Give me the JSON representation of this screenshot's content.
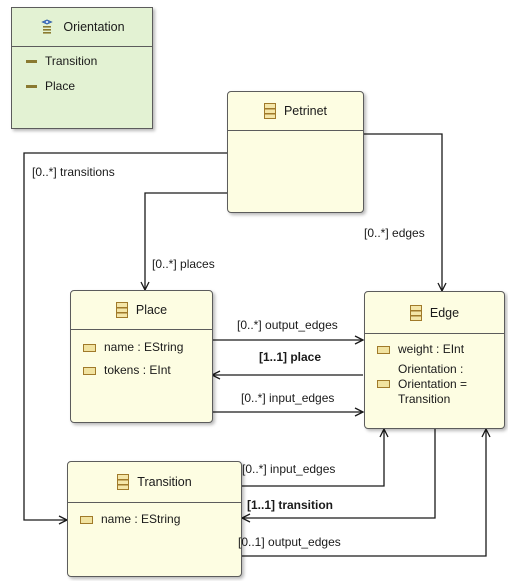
{
  "enum": {
    "name": "Orientation",
    "literals": [
      "Transition",
      "Place"
    ]
  },
  "classes": {
    "petrinet": {
      "name": "Petrinet"
    },
    "place": {
      "name": "Place",
      "attributes": [
        "name : EString",
        "tokens : EInt"
      ]
    },
    "edge": {
      "name": "Edge",
      "attributes": [
        "weight : EInt"
      ],
      "orientation_attr": [
        "Orientation :",
        "Orientation =",
        "Transition"
      ]
    },
    "transition": {
      "name": "Transition",
      "attributes": [
        "name : EString"
      ]
    }
  },
  "references": {
    "transitions": "[0..*] transitions",
    "edges": "[0..*] edges",
    "places": "[0..*] places",
    "place_output_edges": "[0..*] output_edges",
    "place": "[1..1] place",
    "place_input_edges": "[0..*] input_edges",
    "transition_input_edges": "[0..*] input_edges",
    "transition": "[1..1] transition",
    "transition_output_edges": "[0..1] output_edges"
  },
  "colors": {
    "class_fill": "#fdfde2",
    "enum_fill": "#e3f2d3",
    "border": "#5c5c5c",
    "icon_gold": "#a07a2a",
    "edge_stroke": "#1a1a1a"
  }
}
